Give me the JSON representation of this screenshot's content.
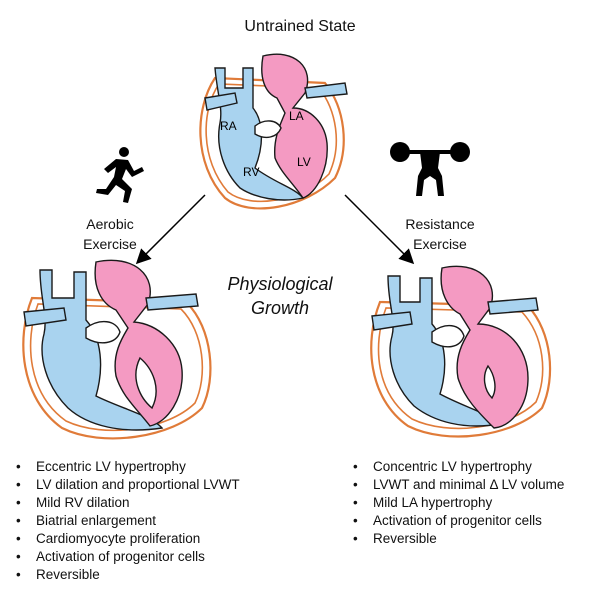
{
  "title": "Untrained State",
  "center_label": {
    "line1": "Physiological",
    "line2": "Growth"
  },
  "aerobic": {
    "label_line1": "Aerobic",
    "label_line2": "Exercise",
    "icon": "runner-icon",
    "bullets": [
      "Eccentric LV hypertrophy",
      "LV dilation and proportional LVWT",
      "Mild RV dilation",
      "Biatrial enlargement",
      "Cardiomyocyte proliferation",
      "Activation of progenitor cells",
      "Reversible"
    ]
  },
  "resistance": {
    "label_line1": "Resistance",
    "label_line2": "Exercise",
    "icon": "weightlifter-icon",
    "bullets": [
      "Concentric LV hypertrophy",
      "LVWT and minimal Δ LV volume",
      "Mild LA hypertrophy",
      "Activation of progenitor cells",
      "Reversible"
    ]
  },
  "chambers": {
    "ra": "RA",
    "la": "LA",
    "rv": "RV",
    "lv": "LV"
  },
  "colors": {
    "blue": "#a9d3ef",
    "pink": "#f49ac2",
    "outline": "#e07b39",
    "stroke": "#1a1a1a"
  }
}
